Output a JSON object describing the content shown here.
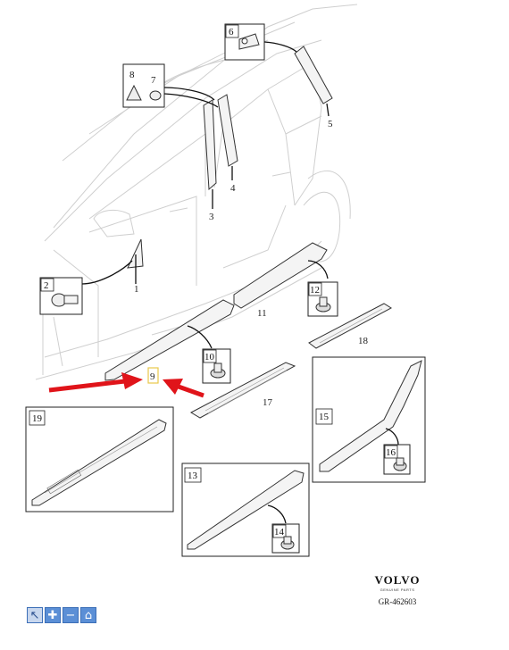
{
  "callouts": {
    "c1": "1",
    "c2": "2",
    "c3": "3",
    "c4": "4",
    "c5": "5",
    "c6": "6",
    "c7": "7",
    "c8": "8",
    "c9": "9",
    "c10": "10",
    "c11": "11",
    "c12": "12",
    "c13": "13",
    "c14": "14",
    "c15": "15",
    "c16": "16",
    "c17": "17",
    "c18": "18",
    "c19": "19"
  },
  "brand": {
    "logo": "VOLVO",
    "tagline": "GENUINE PARTS",
    "code": "GR-462603"
  },
  "toolbar": {
    "select_icon": "cursor-icon",
    "zoom_in_icon": "plus-icon",
    "zoom_out_icon": "minus-icon",
    "home_icon": "home-icon"
  },
  "colors": {
    "highlight_arrow": "#e0141a",
    "highlight_box": "#e8c94a",
    "toolbar_button": "#5b8fd6"
  }
}
